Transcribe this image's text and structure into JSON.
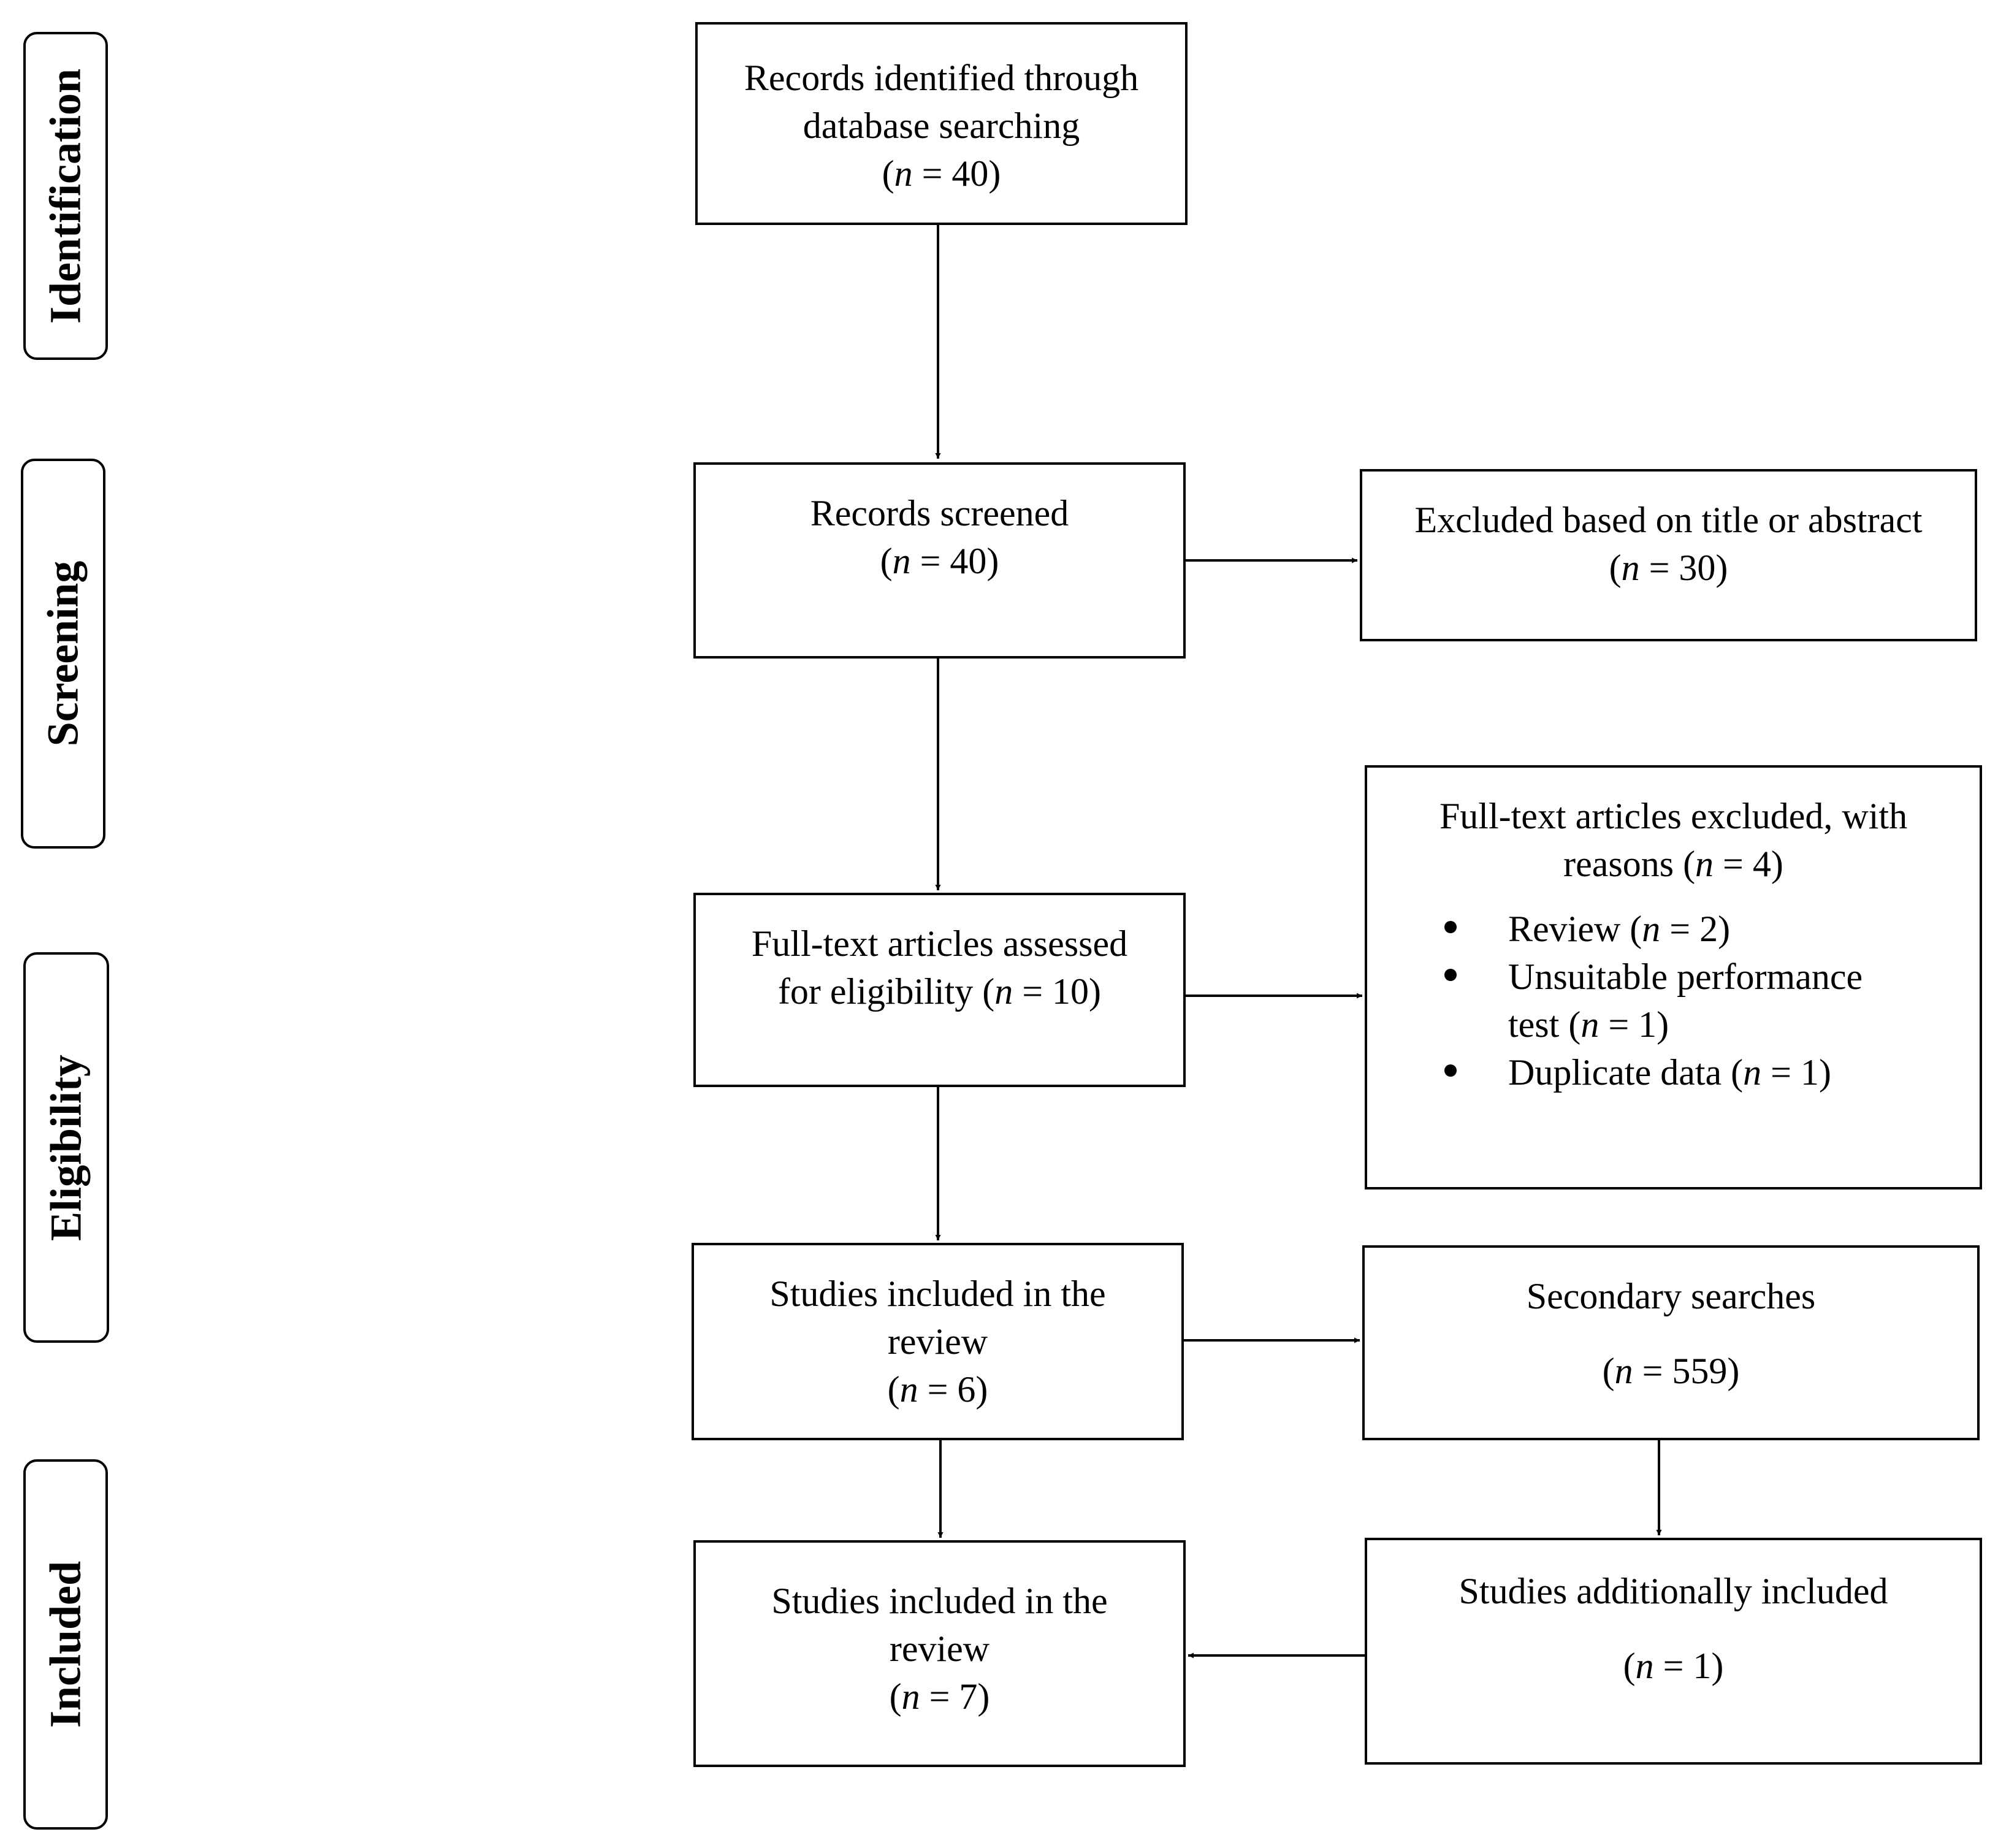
{
  "phases": {
    "identification": "Identification",
    "screening": "Screening",
    "eligibility": "Eligibility",
    "included": "Included"
  },
  "boxes": {
    "identified": {
      "line1": "Records identified through",
      "line2": "database searching",
      "n_open": "(",
      "n_var": "n",
      "n_rest": " = 40)"
    },
    "screened": {
      "line1": "Records screened",
      "n_open": "(",
      "n_var": "n",
      "n_rest": " = 40)"
    },
    "excluded_title": {
      "line1": "Excluded based on title or abstract",
      "n_open": "(",
      "n_var": "n",
      "n_rest": " = 30)"
    },
    "assessed": {
      "line1": "Full-text articles assessed",
      "line2_pre": "for eligibility (",
      "n_var": "n",
      "n_rest": " = 10)"
    },
    "fulltext_excluded": {
      "line1": "Full-text articles excluded, with",
      "line2_pre": "reasons (",
      "n_var": "n",
      "n_rest": " = 4)",
      "reasons": [
        {
          "pre": "Review (",
          "n_var": "n",
          "rest": " = 2)"
        },
        {
          "pre": "Unsuitable performance",
          "cont_pre": "test (",
          "n_var": "n",
          "rest": " = 1)"
        },
        {
          "pre": "Duplicate data (",
          "n_var": "n",
          "rest": " = 1)"
        }
      ]
    },
    "included_review_1": {
      "line1": "Studies included in the",
      "line2": "review",
      "n_open": "(",
      "n_var": "n",
      "n_rest": " = 6)"
    },
    "secondary": {
      "line1": "Secondary searches",
      "n_open": "(",
      "n_var": "n",
      "n_rest": " = 559)"
    },
    "included_review_2": {
      "line1": "Studies included in the",
      "line2": "review",
      "n_open": "(",
      "n_var": "n",
      "n_rest": " = 7)"
    },
    "additional": {
      "line1": "Studies additionally included",
      "n_open": "(",
      "n_var": "n",
      "n_rest": " = 1)"
    }
  }
}
